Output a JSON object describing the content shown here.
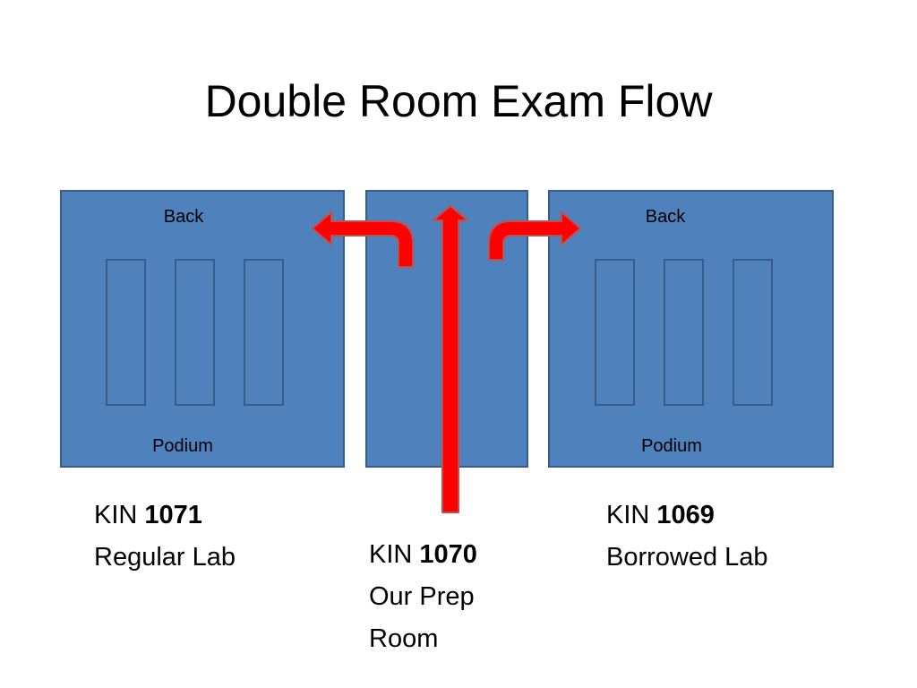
{
  "title": "Double Room Exam Flow",
  "rooms": {
    "left": {
      "back": "Back",
      "podium": "Podium",
      "prefix": "KIN",
      "number": "1071",
      "desc": "Regular Lab"
    },
    "middle": {
      "prefix": "KIN",
      "number": "1070",
      "desc_line1": "Our Prep",
      "desc_line2": "Room"
    },
    "right": {
      "back": "Back",
      "podium": "Podium",
      "prefix": "KIN",
      "number": "1069",
      "desc": "Borrowed Lab"
    }
  },
  "colors": {
    "room_fill": "#4f81bd",
    "room_border": "#385d8a",
    "arrow_fill": "#ff0000",
    "arrow_outline": "#c0504d"
  }
}
